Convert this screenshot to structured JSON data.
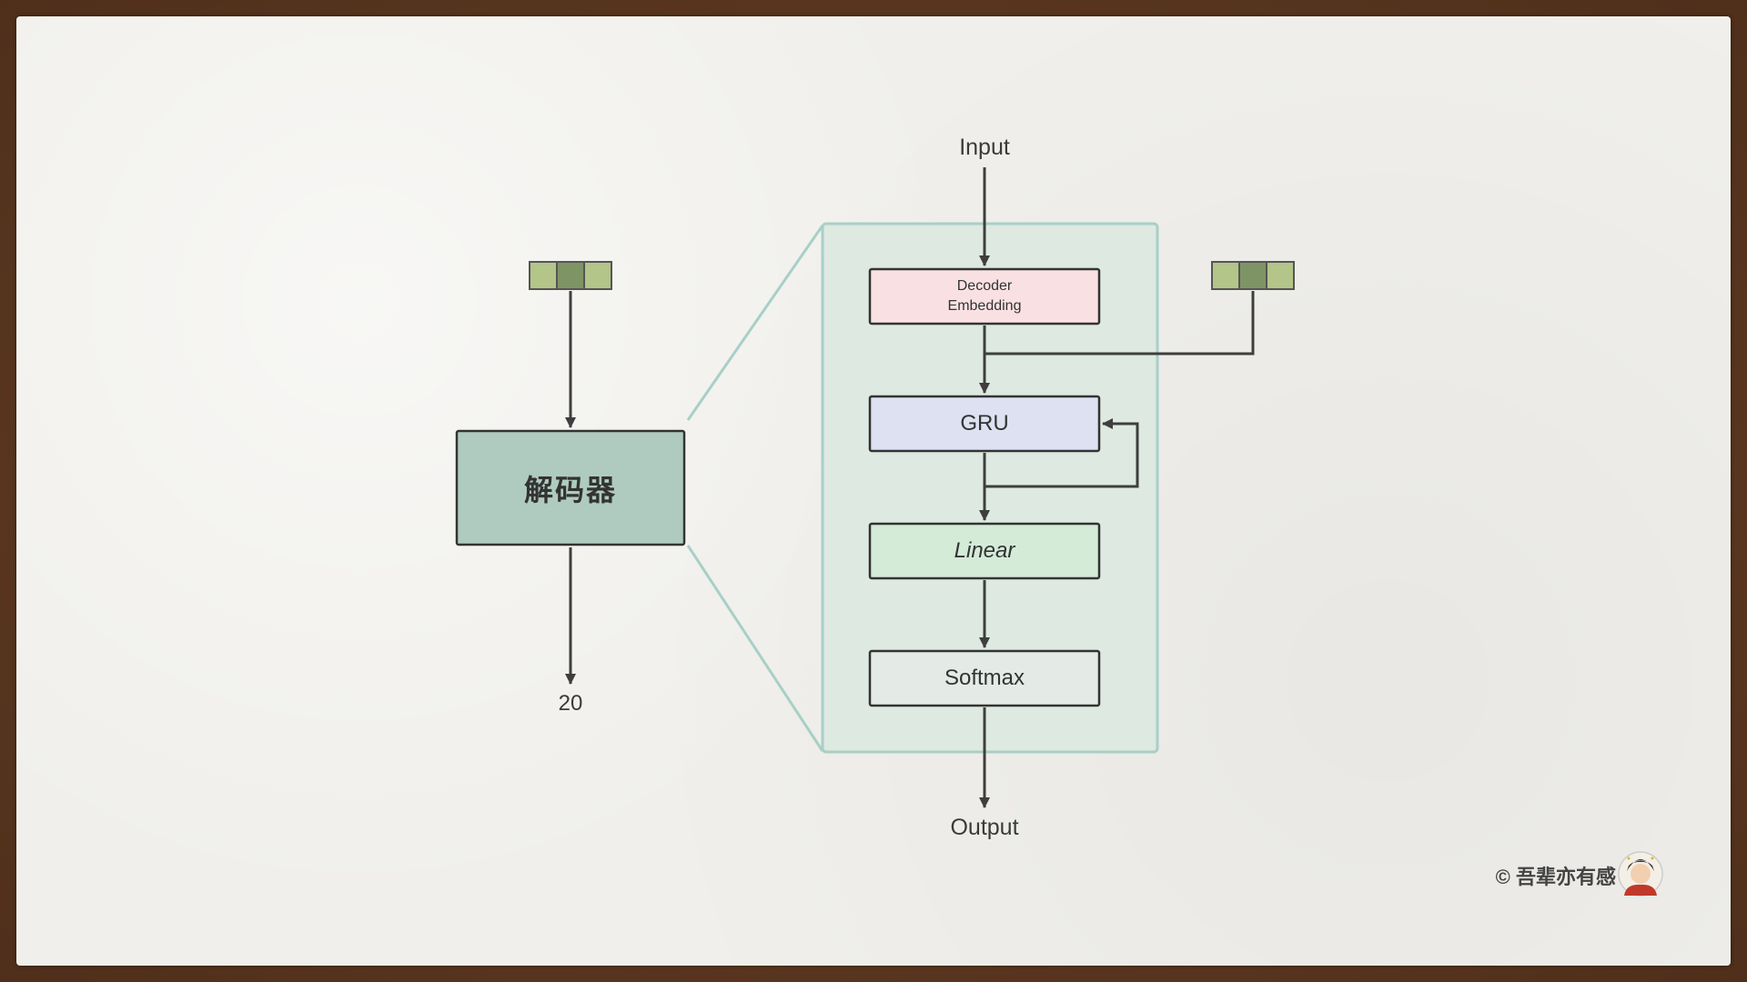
{
  "diagram": {
    "decoder_label": "解码器",
    "output_value": "20",
    "input_label": "Input",
    "output_label": "Output",
    "layers": {
      "embedding_line1": "Decoder",
      "embedding_line2": "Embedding",
      "gru": "GRU",
      "linear": "Linear",
      "softmax": "Softmax"
    },
    "colors": {
      "decoder_box": "#afcbbf",
      "detail_panel": "#dde9e1",
      "embedding": "#f9e1e3",
      "gru": "#dde1f1",
      "linear": "#d4ebd8",
      "softmax": "#e4ebe6",
      "vector_light": "#b3c588",
      "vector_dark": "#7f9464"
    }
  },
  "footer": {
    "copyright": "© 吾辈亦有感",
    "avatar_icon": "avatar-icon"
  }
}
